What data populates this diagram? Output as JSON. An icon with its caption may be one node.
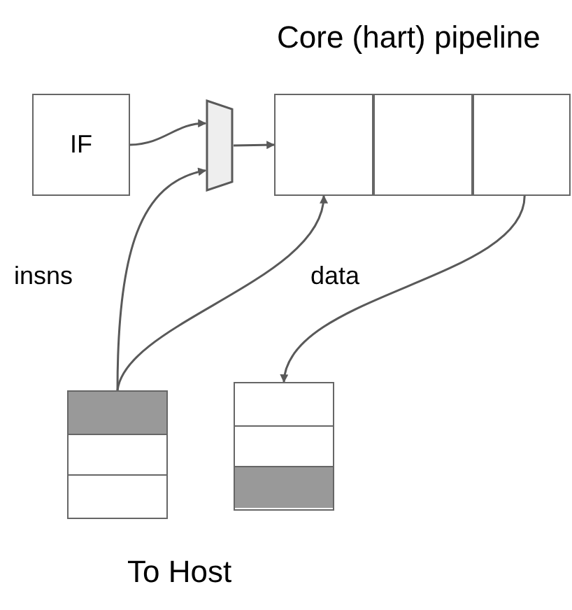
{
  "diagram": {
    "title": "Core (hart) pipeline",
    "nodes": [
      {
        "text": [
          "IF"
        ]
      },
      {
        "text": [],
        "shape": "trapezoid"
      },
      {
        "text": [],
        "shape": "box"
      },
      {
        "text": [],
        "shape": "box"
      },
      {
        "text": [],
        "shape": "box"
      },
      {
        "text": [],
        "shape": "queue"
      },
      {
        "text": [],
        "shape": "queue"
      }
    ],
    "edges": [
      {
        "from": 0,
        "to": 1,
        "arrow": "to"
      },
      {
        "from": 1,
        "to": 2,
        "arrow": "to"
      },
      {
        "from": 5,
        "to": 1,
        "arrow": "to"
      },
      {
        "from": 5,
        "to": 2,
        "arrow": "to"
      },
      {
        "from": 4,
        "to": 6,
        "arrow": "to"
      }
    ],
    "labels": [
      "insns",
      "data",
      "To Host"
    ]
  }
}
